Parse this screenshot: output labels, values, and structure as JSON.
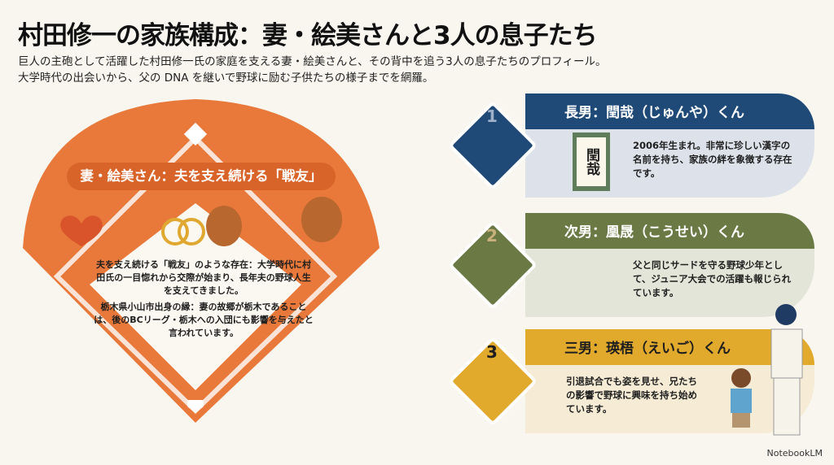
{
  "header": {
    "title": "村田修一の家族構成：妻・絵美さんと3人の息子たち",
    "subtitle_line1": "巨人の主砲として活躍した村田修一氏の家庭を支える妻・絵美さんと、その背中を追う3人の息子たちのプロフィール。",
    "subtitle_line2": "大学時代の出会いから、父の DNA を継いで野球に励む子供たちの様子までを網羅。"
  },
  "wife": {
    "heading": "妻・絵美さん：夫を支え続ける「戦友」",
    "para1": "夫を支え続ける「戦友」のような存在：大学時代に村田氏の一目惚れから交際が始まり、長年夫の野球人生を支えてきました。",
    "para2": "栃木県小山市出身の縁：妻の故郷が栃木であることは、後のBCリーグ・栃木への入団にも影響を与えたと言われています。"
  },
  "sons": [
    {
      "number": "1",
      "heading": "長男：閏哉（じゅんや）くん",
      "scroll_text": "閏哉",
      "description": "2006年生まれ。非常に珍しい漢字の名前を持ち、家族の絆を象徴する存在です。",
      "color": "#1f4a78",
      "body_color": "#dde2ea"
    },
    {
      "number": "2",
      "heading": "次男：凰晟（こうせい）くん",
      "description": "父と同じサードを守る野球少年として、ジュニア大会での活躍も報じられています。",
      "color": "#6b7a45",
      "body_color": "#e3e5d8"
    },
    {
      "number": "3",
      "heading": "三男：瑛梧（えいご）くん",
      "description": "引退試合でも姿を見せ、兄たちの影響で野球に興味を持ち始めています。",
      "color": "#e2aa2c",
      "body_color": "#f6ecd6"
    }
  ],
  "footer": {
    "brand": "NotebookLM"
  }
}
